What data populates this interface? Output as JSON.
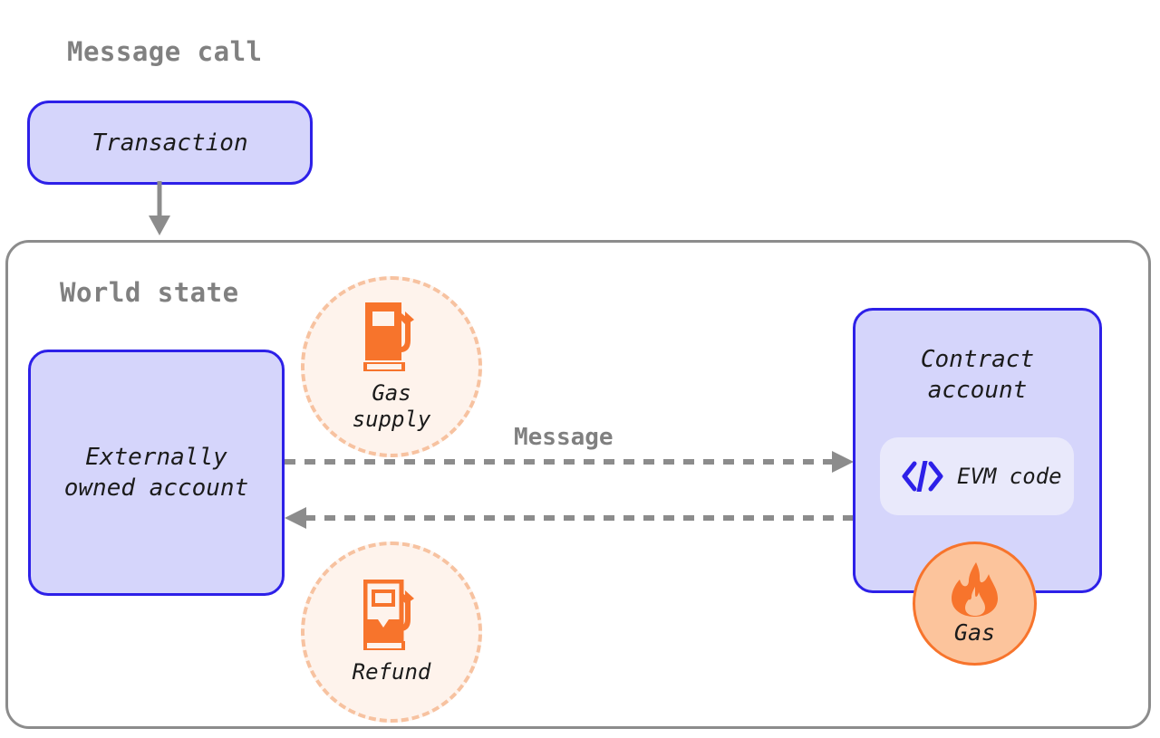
{
  "diagram": {
    "title": "Message call",
    "world_state_title": "World state",
    "transaction": {
      "label": "Transaction"
    },
    "externally_owned_account": {
      "label": "Externally\nowned account"
    },
    "contract_account": {
      "label": "Contract\naccount",
      "evm_code_label": "EVM code",
      "evm_code_icon": "code-brackets-icon"
    },
    "gas_supply": {
      "label": "Gas\nsupply",
      "icon": "gas-pump-full-icon"
    },
    "refund": {
      "label": "Refund",
      "icon": "gas-pump-partial-icon"
    },
    "gas": {
      "label": "Gas",
      "icon": "flame-icon"
    },
    "arrows": {
      "transaction_to_world_state": {
        "icon": "arrow-down-icon",
        "style": "solid"
      },
      "message": {
        "label": "Message",
        "icon": "arrow-right-icon",
        "style": "dashed"
      },
      "return": {
        "label": "",
        "icon": "arrow-left-icon",
        "style": "dashed"
      }
    },
    "colors": {
      "box_fill": "#d5d5fb",
      "box_border": "#2d20e8",
      "pill_fill": "#e9e9fb",
      "code_icon": "#2d20e8",
      "title_gray": "#808080",
      "container_border": "#8c8c8c",
      "arrow_gray": "#8c8c8c",
      "orange": "#f7742c",
      "orange_light_fill": "#fef3ec",
      "orange_dashed_border": "#f7c2a0",
      "gas_circle_fill": "#fcc49c",
      "text_dark": "#1b1b1b"
    }
  }
}
